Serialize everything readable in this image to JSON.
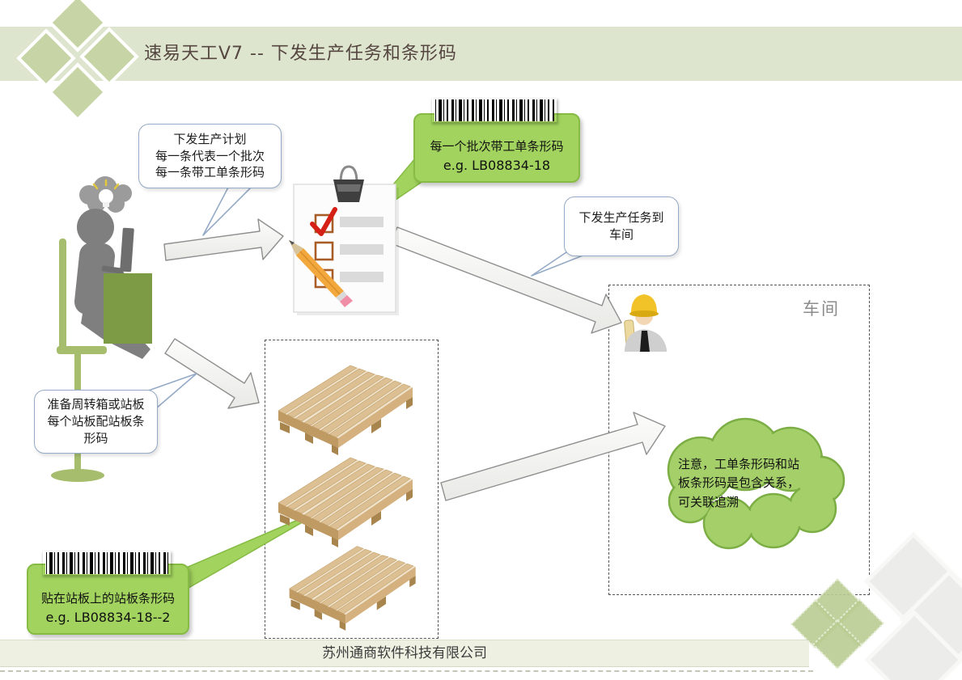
{
  "header": {
    "title": "速易天工V7 -- 下发生产任务和条形码"
  },
  "diagram": {
    "callout_plan": {
      "line1": "下发生产计划",
      "line2": "每一条代表一个批次",
      "line3": "每一条带工单条形码"
    },
    "barcode_callout_work_order": {
      "title": "每一个批次带工单条形码",
      "example": "e.g. LB08834-18"
    },
    "callout_dispatch": {
      "line1": "下发生产任务到",
      "line2": "车间"
    },
    "workshop_label": "车间",
    "callout_prepare": {
      "line1": "准备周转箱或站板",
      "line2": "每个站板配站板条",
      "line3": "形码"
    },
    "barcode_callout_pallet": {
      "title": "贴在站板上的站板条形码",
      "example": "e.g. LB08834-18--2"
    },
    "cloud_note": {
      "line1": "注意，工单条形码和站",
      "line2": "板条形码是包含关系，",
      "line3": "可关联追溯"
    }
  },
  "footer": {
    "company": "苏州通商软件科技有限公司"
  },
  "icons": {
    "thought_cloud": "thought-cloud-lightbulb-icon",
    "person_at_computer": "person-at-computer-illustration",
    "clipboard": "checklist-clipboard-icon",
    "binder_clip": "binder-clip-icon",
    "pencil": "pencil-icon",
    "worker": "worker-hardhat-icon",
    "pallet": "wooden-pallet-illustration",
    "barcode": "barcode-image",
    "diamond_decor": "diamond-decoration"
  },
  "colors": {
    "header_bar": "#dde5cf",
    "title_text": "#554640",
    "accent_green": "#a2d35e",
    "accent_green_border": "#86bb44",
    "callout_border": "#94aac6",
    "desk_green": "#7d9b44",
    "chair_green": "#a6bd6d"
  }
}
